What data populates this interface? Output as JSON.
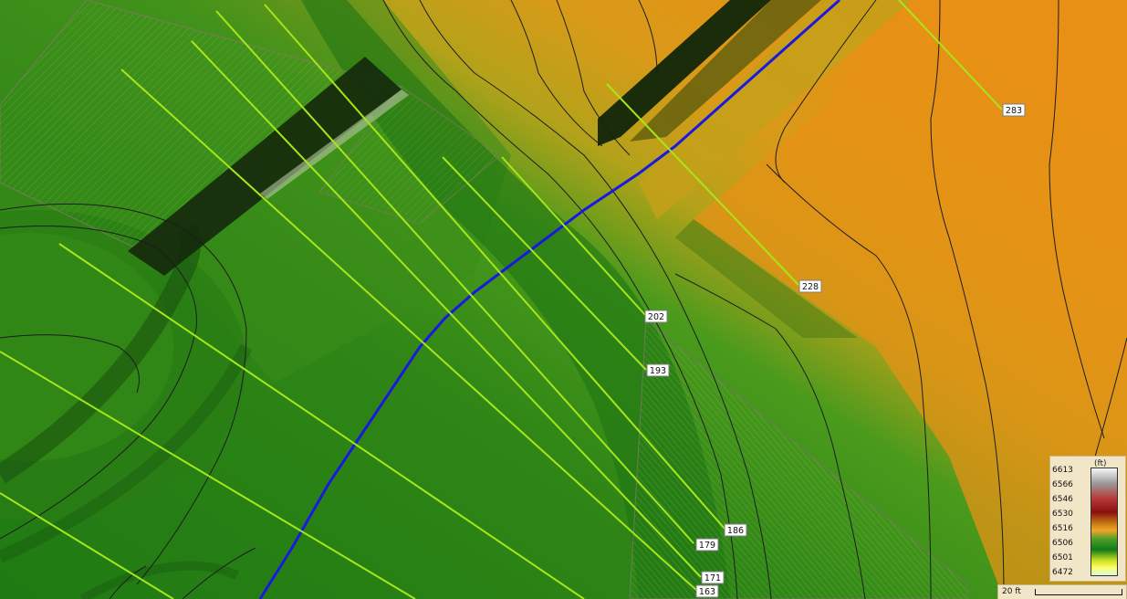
{
  "map": {
    "colors": {
      "channel_line": "#1a1adf",
      "cross_section": "#a6e71b",
      "contour": "#1d1d1d",
      "dark_structure": "#17330f",
      "low_green": "#1d7b12",
      "mid_green": "#3a8c1a",
      "high_orange": "#e58d12"
    }
  },
  "cross_sections": [
    {
      "label": "283",
      "icon": "cross-section-line"
    },
    {
      "label": "228",
      "icon": "cross-section-line"
    },
    {
      "label": "202",
      "icon": "cross-section-line"
    },
    {
      "label": "193",
      "icon": "cross-section-line"
    },
    {
      "label": "186",
      "icon": "cross-section-line"
    },
    {
      "label": "179",
      "icon": "cross-section-line"
    },
    {
      "label": "171",
      "icon": "cross-section-line"
    },
    {
      "label": "163",
      "icon": "cross-section-line"
    }
  ],
  "legend": {
    "unit": "(ft)",
    "ticks": [
      "6613",
      "6566",
      "6546",
      "6530",
      "6516",
      "6506",
      "6501",
      "6472"
    ]
  },
  "scale_bar": {
    "label": "20 ft"
  }
}
